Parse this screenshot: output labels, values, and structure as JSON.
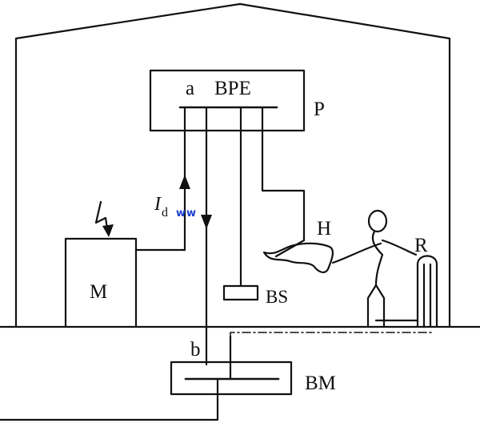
{
  "labels": {
    "terminal_a": "a",
    "bpe": "BPE",
    "room_p": "P",
    "current": "I",
    "current_sub": "d",
    "equipment_h": "H",
    "equipment_r": "R",
    "machine_m": "M",
    "bs": "BS",
    "terminal_b": "b",
    "bm": "BM",
    "watermark": "ww"
  },
  "colors": {
    "line": "#111111",
    "watermark": "#1a3fcf"
  }
}
